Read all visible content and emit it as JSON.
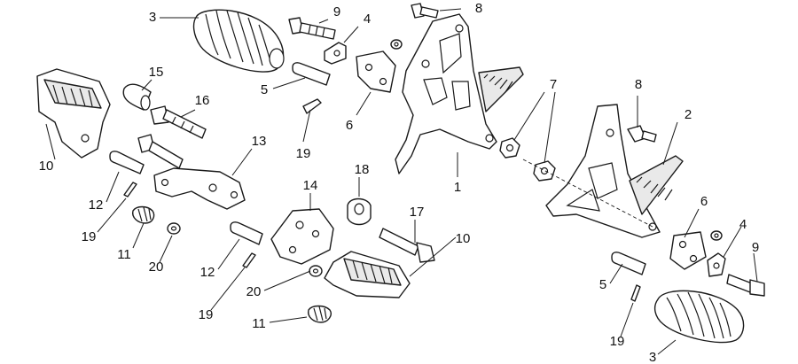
{
  "callouts": [
    {
      "id": "c1",
      "text": "1"
    },
    {
      "id": "c2",
      "text": "2"
    },
    {
      "id": "c3a",
      "text": "3"
    },
    {
      "id": "c3b",
      "text": "3"
    },
    {
      "id": "c4a",
      "text": "4"
    },
    {
      "id": "c4b",
      "text": "4"
    },
    {
      "id": "c5a",
      "text": "5"
    },
    {
      "id": "c5b",
      "text": "5"
    },
    {
      "id": "c6a",
      "text": "6"
    },
    {
      "id": "c6b",
      "text": "6"
    },
    {
      "id": "c7",
      "text": "7"
    },
    {
      "id": "c8a",
      "text": "8"
    },
    {
      "id": "c8b",
      "text": "8"
    },
    {
      "id": "c9a",
      "text": "9"
    },
    {
      "id": "c9b",
      "text": "9"
    },
    {
      "id": "c10a",
      "text": "10"
    },
    {
      "id": "c10b",
      "text": "10"
    },
    {
      "id": "c11a",
      "text": "11"
    },
    {
      "id": "c11b",
      "text": "11"
    },
    {
      "id": "c12a",
      "text": "12"
    },
    {
      "id": "c12b",
      "text": "12"
    },
    {
      "id": "c13",
      "text": "13"
    },
    {
      "id": "c14",
      "text": "14"
    },
    {
      "id": "c15",
      "text": "15"
    },
    {
      "id": "c16",
      "text": "16"
    },
    {
      "id": "c17",
      "text": "17"
    },
    {
      "id": "c18",
      "text": "18"
    },
    {
      "id": "c19a",
      "text": "19"
    },
    {
      "id": "c19b",
      "text": "19"
    },
    {
      "id": "c19c",
      "text": "19"
    },
    {
      "id": "c20a",
      "text": "20"
    },
    {
      "id": "c20b",
      "text": "20"
    }
  ]
}
